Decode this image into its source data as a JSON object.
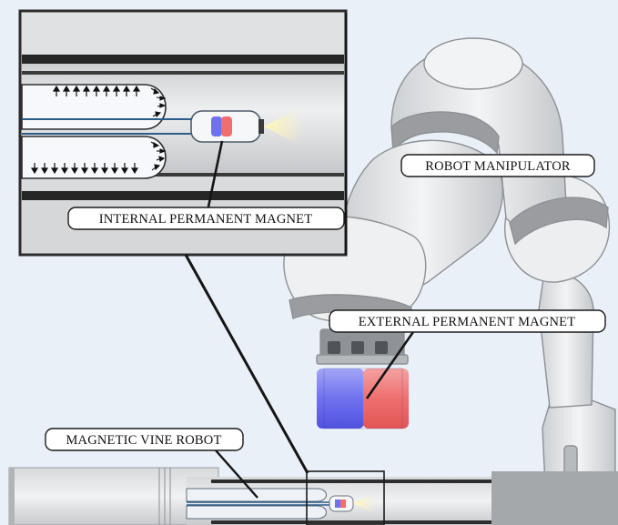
{
  "labels": {
    "internal_magnet": "INTERNAL PERMANENT MAGNET",
    "robot_manipulator": "ROBOT MANIPULATOR",
    "external_magnet": "EXTERNAL PERMANENT MAGNET",
    "vine_robot": "MAGNETIC VINE ROBOT"
  },
  "colors": {
    "background": "#eaf0f8",
    "magnet_north": "#ef6f6f",
    "magnet_south": "#6f72ef",
    "robot_body": "#e7e9eb",
    "robot_band": "#9a9c9f",
    "tube_dark": "#2e2e2e",
    "guide_wire": "#2c5d8a",
    "light_glow": "#fff2a8"
  },
  "icons": {
    "inset_arrows": "arrow-icon",
    "light_cone": "light-cone-icon"
  }
}
